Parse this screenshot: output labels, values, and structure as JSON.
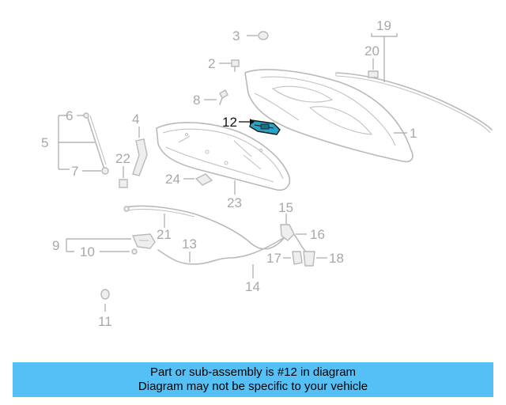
{
  "callouts": {
    "c1": "1",
    "c2": "2",
    "c3": "3",
    "c4": "4",
    "c5": "5",
    "c6": "6",
    "c7": "7",
    "c8": "8",
    "c9": "9",
    "c10": "10",
    "c11": "11",
    "c12": "12",
    "c13": "13",
    "c14": "14",
    "c15": "15",
    "c16": "16",
    "c17": "17",
    "c18": "18",
    "c19": "19",
    "c20": "20",
    "c21": "21",
    "c22": "22",
    "c23": "23",
    "c24": "24"
  },
  "highlight_color": "#2aa3c4",
  "banner": {
    "line1": "Part or sub-assembly is #12 in diagram",
    "line2": "Diagram may not be specific to your vehicle",
    "color": "#55c0f5"
  }
}
